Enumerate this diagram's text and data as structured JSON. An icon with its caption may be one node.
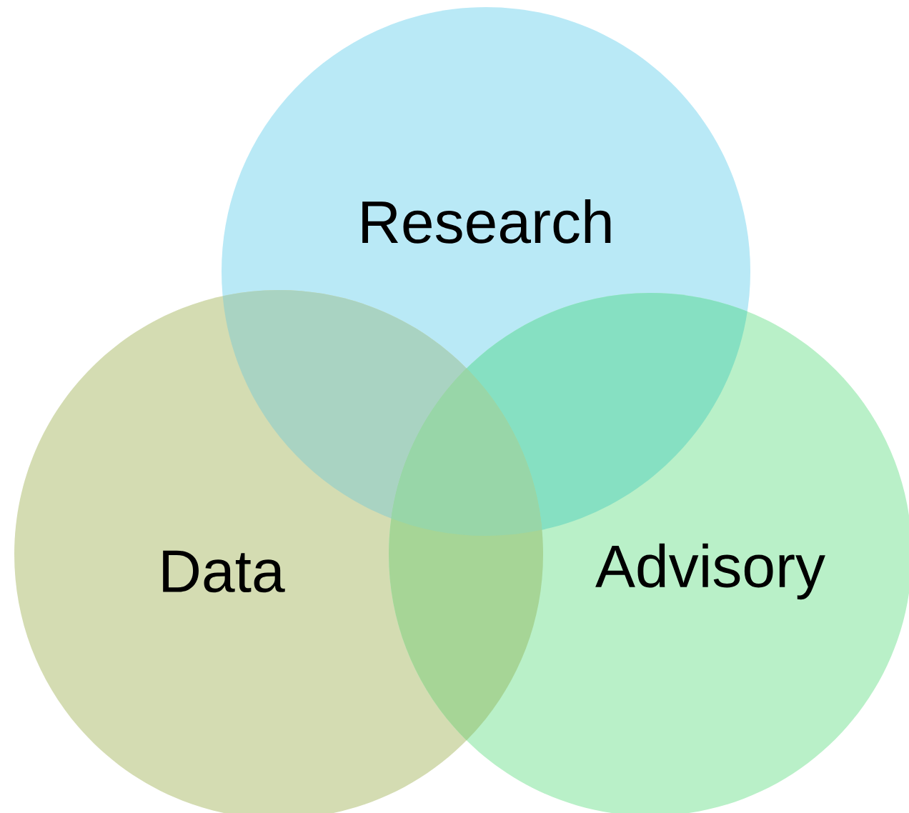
{
  "diagram": {
    "nodes": [
      {
        "text": [
          "Research"
        ]
      },
      {
        "text": [
          "Data"
        ]
      },
      {
        "text": [
          "Advisory"
        ]
      }
    ]
  }
}
